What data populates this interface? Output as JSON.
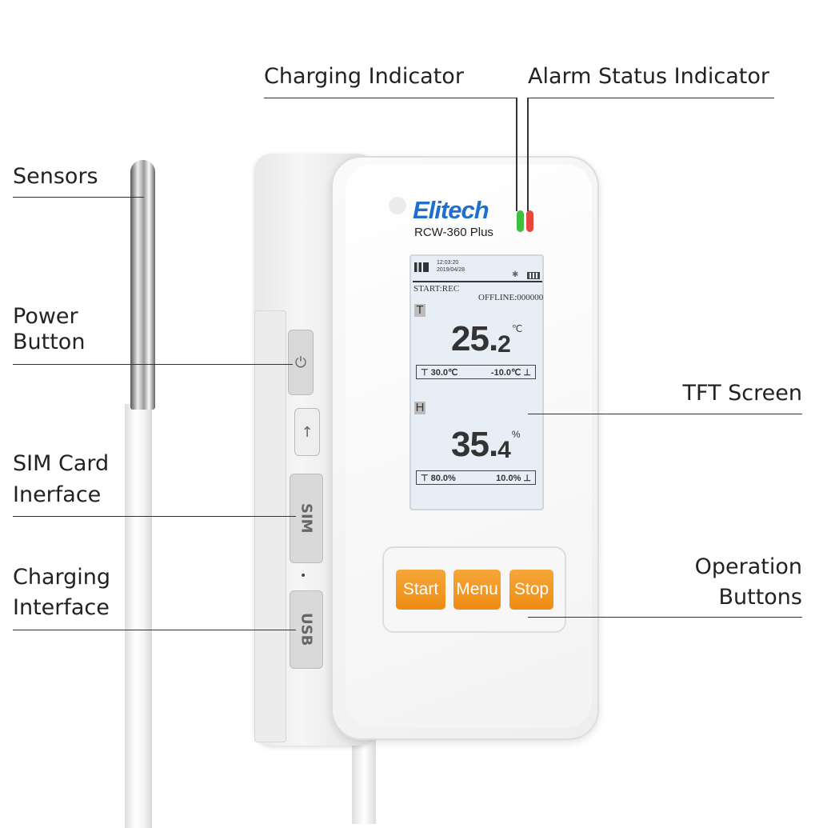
{
  "labels": {
    "charging_indicator": "Charging Indicator",
    "alarm_status_indicator": "Alarm Status Indicator",
    "sensors": "Sensors",
    "power_button": [
      "Power",
      "Button"
    ],
    "sim_card": [
      "SIM Card",
      "Inerface"
    ],
    "charging_interface": [
      "Charging",
      "Interface"
    ],
    "tft_screen": "TFT Screen",
    "operation_buttons": [
      "Operation",
      "Buttons"
    ]
  },
  "device": {
    "brand": "Elitech",
    "model": "RCW-360 Plus",
    "side_ports": {
      "sim": "SIM",
      "usb": "USB",
      "dot": "•"
    },
    "screen": {
      "time": "12:03:20",
      "date": "2019/04/28",
      "status": "START:REC",
      "offline": "OFFLINE:000000",
      "temp_label": "T",
      "temp_int": "25.",
      "temp_dec": "2",
      "temp_unit": "℃",
      "temp_high": "30.0℃",
      "temp_low": "-10.0℃",
      "hum_label": "H",
      "hum_int": "35.",
      "hum_dec": "4",
      "hum_unit": "%",
      "hum_high": "80.0%",
      "hum_low": "10.0%"
    },
    "buttons": {
      "start": "Start",
      "menu": "Menu",
      "stop": "Stop"
    },
    "colors": {
      "button": "#f39a1e",
      "brand": "#1e6fd0",
      "charge_led": "#3fbf3f",
      "alarm_led": "#e8463c"
    }
  }
}
